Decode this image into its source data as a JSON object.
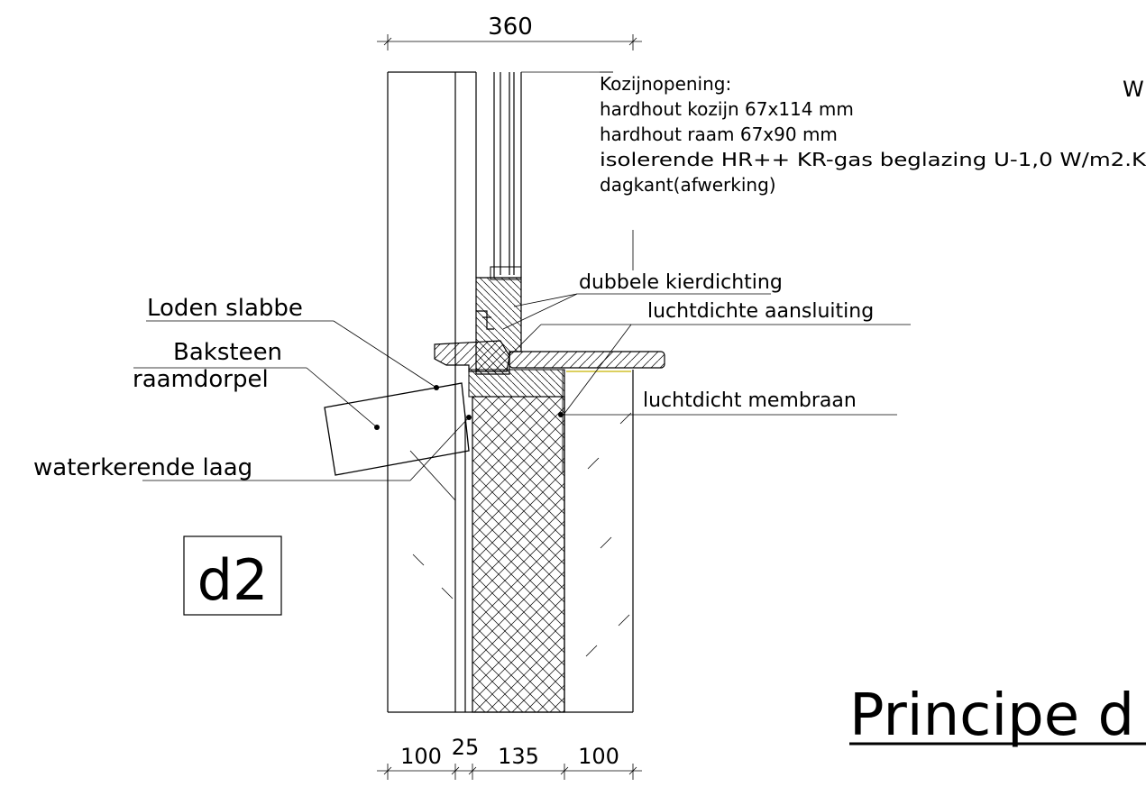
{
  "dimensions": {
    "overall": "360",
    "bottom": [
      "100",
      "25",
      "135",
      "100"
    ]
  },
  "notes": {
    "kozijn": [
      "Kozijnopening:",
      "hardhout kozijn 67x114 mm",
      "hardhout raam 67x90 mm",
      "isolerende HR++ KR-gas beglazing U-1,0 W/m2.K",
      "dagkant(afwerking)"
    ],
    "top_right_fragment": "W"
  },
  "labels": {
    "dubbele_kierdichting": "dubbele kierdichting",
    "luchtdichte_aansluiting": "luchtdichte aansluiting",
    "luchtdicht_membraan": "luchtdicht membraan",
    "loden_slabbe": "Loden slabbe",
    "baksteen_1": "Baksteen",
    "baksteen_2": "raamdorpel",
    "waterkerende_laag": "waterkerende laag"
  },
  "detail_id": "d2",
  "title_fragment": "Principe d"
}
